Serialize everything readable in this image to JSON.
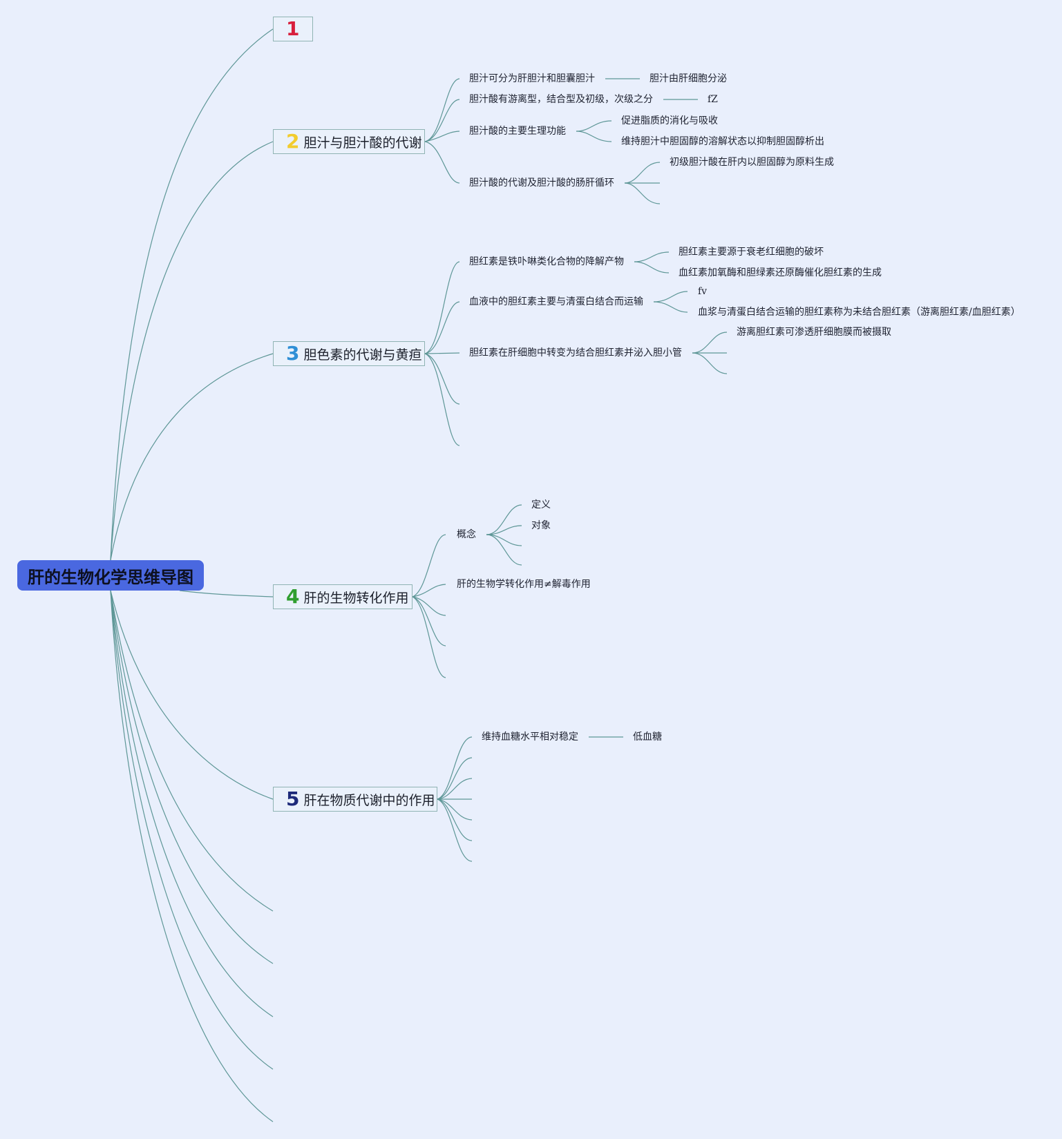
{
  "root": {
    "title": "肝的生物化学思维导图"
  },
  "branches": [
    {
      "number": "1",
      "number_color": "#d81f3c",
      "label": ""
    },
    {
      "number": "2",
      "number_color": "#f2cc2e",
      "label": "胆汁与胆汁酸的代谢"
    },
    {
      "number": "3",
      "number_color": "#2f8fd6",
      "label": "胆色素的代谢与黄疸"
    },
    {
      "number": "4",
      "number_color": "#2f9e2f",
      "label": "肝的生物转化作用"
    },
    {
      "number": "5",
      "number_color": "#1d2a7a",
      "label": "肝在物质代谢中的作用"
    }
  ],
  "nodes": {
    "b2_1": "胆汁可分为肝胆汁和胆囊胆汁",
    "b2_1_1": "胆汁由肝细胞分泌",
    "b2_2": "胆汁酸有游离型，结合型及初级，次级之分",
    "b2_2_1": "fZ",
    "b2_3": "胆汁酸的主要生理功能",
    "b2_3_1": "促进脂质的消化与吸收",
    "b2_3_2": "维持胆汁中胆固醇的溶解状态以抑制胆固醇析出",
    "b2_4": "胆汁酸的代谢及胆汁酸的肠肝循环",
    "b2_4_1": "初级胆汁酸在肝内以胆固醇为原料生成",
    "b3_1": "胆红素是铁卟啉类化合物的降解产物",
    "b3_1_1": "胆红素主要源于衰老红细胞的破坏",
    "b3_1_2": "血红素加氧酶和胆绿素还原酶催化胆红素的生成",
    "b3_2": "血液中的胆红素主要与清蛋白结合而运输",
    "b3_2_1": "fv",
    "b3_2_2": "血浆与清蛋白结合运输的胆红素称为未结合胆红素（游离胆红素/血胆红素）",
    "b3_3": "胆红素在肝细胞中转变为结合胆红素并泌入胆小管",
    "b3_3_1": "游离胆红素可渗透肝细胞膜而被摄取",
    "b4_1": "概念",
    "b4_1_1": "定义",
    "b4_1_2": "对象",
    "b4_2": "肝的生物学转化作用≠解毒作用",
    "b5_1": "维持血糖水平相对稳定",
    "b5_1_1": "低血糖"
  },
  "colors": {
    "background": "#e9effc",
    "root_fill": "#4a68e0",
    "connector": "#5d9696",
    "branch_border": "#8fb3b3"
  }
}
